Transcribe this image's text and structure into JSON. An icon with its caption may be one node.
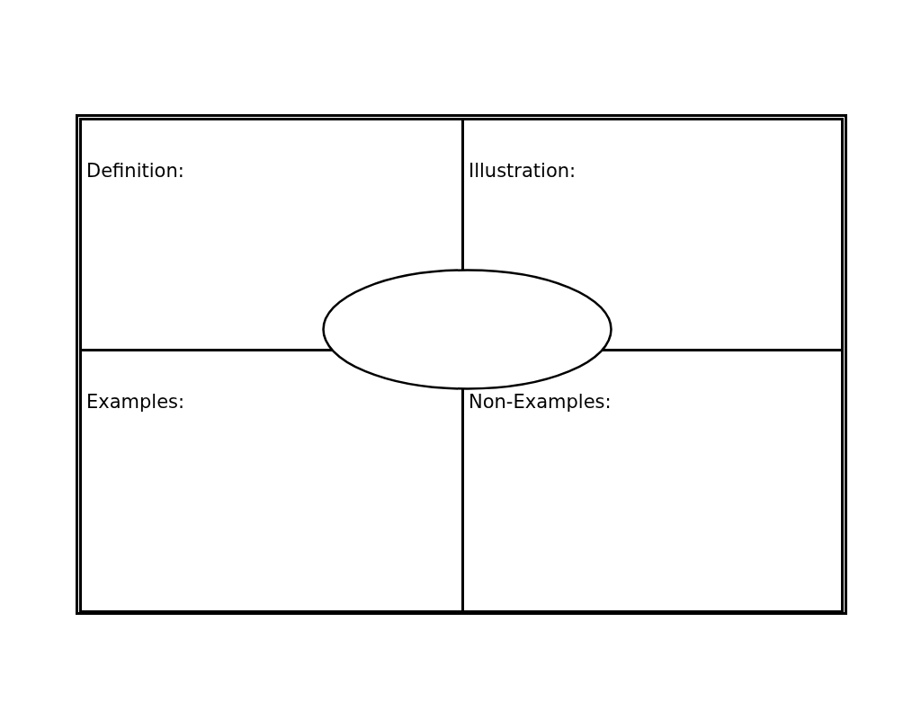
{
  "diagram": {
    "nodes": [
      {
        "text": [],
        "shape": "box"
      },
      {
        "text": [
          "Definition:"
        ],
        "in": 0
      },
      {
        "text": [
          "Illustration:"
        ],
        "in": 0
      },
      {
        "text": [
          "Examples:"
        ],
        "in": 0
      },
      {
        "text": [
          "Non-Examples:"
        ],
        "in": 0
      },
      {
        "text": [],
        "shape": "ellipse",
        "in": 0
      }
    ]
  }
}
